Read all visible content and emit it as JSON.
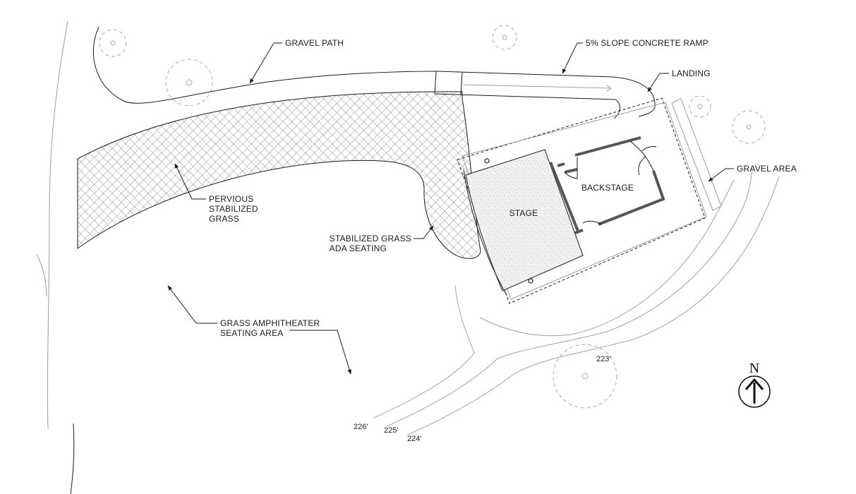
{
  "labels": {
    "gravel_path": "GRAVEL PATH",
    "concrete_ramp": "5% SLOPE CONCRETE RAMP",
    "landing": "LANDING",
    "gravel_area": "GRAVEL AREA",
    "pervious_grass": [
      "PERVIOUS",
      "STABILIZED",
      "GRASS"
    ],
    "ada_seating": [
      "STABILIZED GRASS",
      "ADA SEATING"
    ],
    "amphitheater": [
      "GRASS AMPHITHEATER",
      "SEATING AREA"
    ],
    "stage": "STAGE",
    "backstage": "BACKSTAGE"
  },
  "elevations": {
    "e226": "226'",
    "e225": "225'",
    "e224": "224'",
    "e223": "223'"
  },
  "north": {
    "letter": "N",
    "icon": "north-arrow-icon"
  },
  "colors": {
    "linework": "#1a1a1a",
    "contour": "#9a9a9a",
    "tree": "#a8a8a8",
    "hatch": "#444444"
  }
}
